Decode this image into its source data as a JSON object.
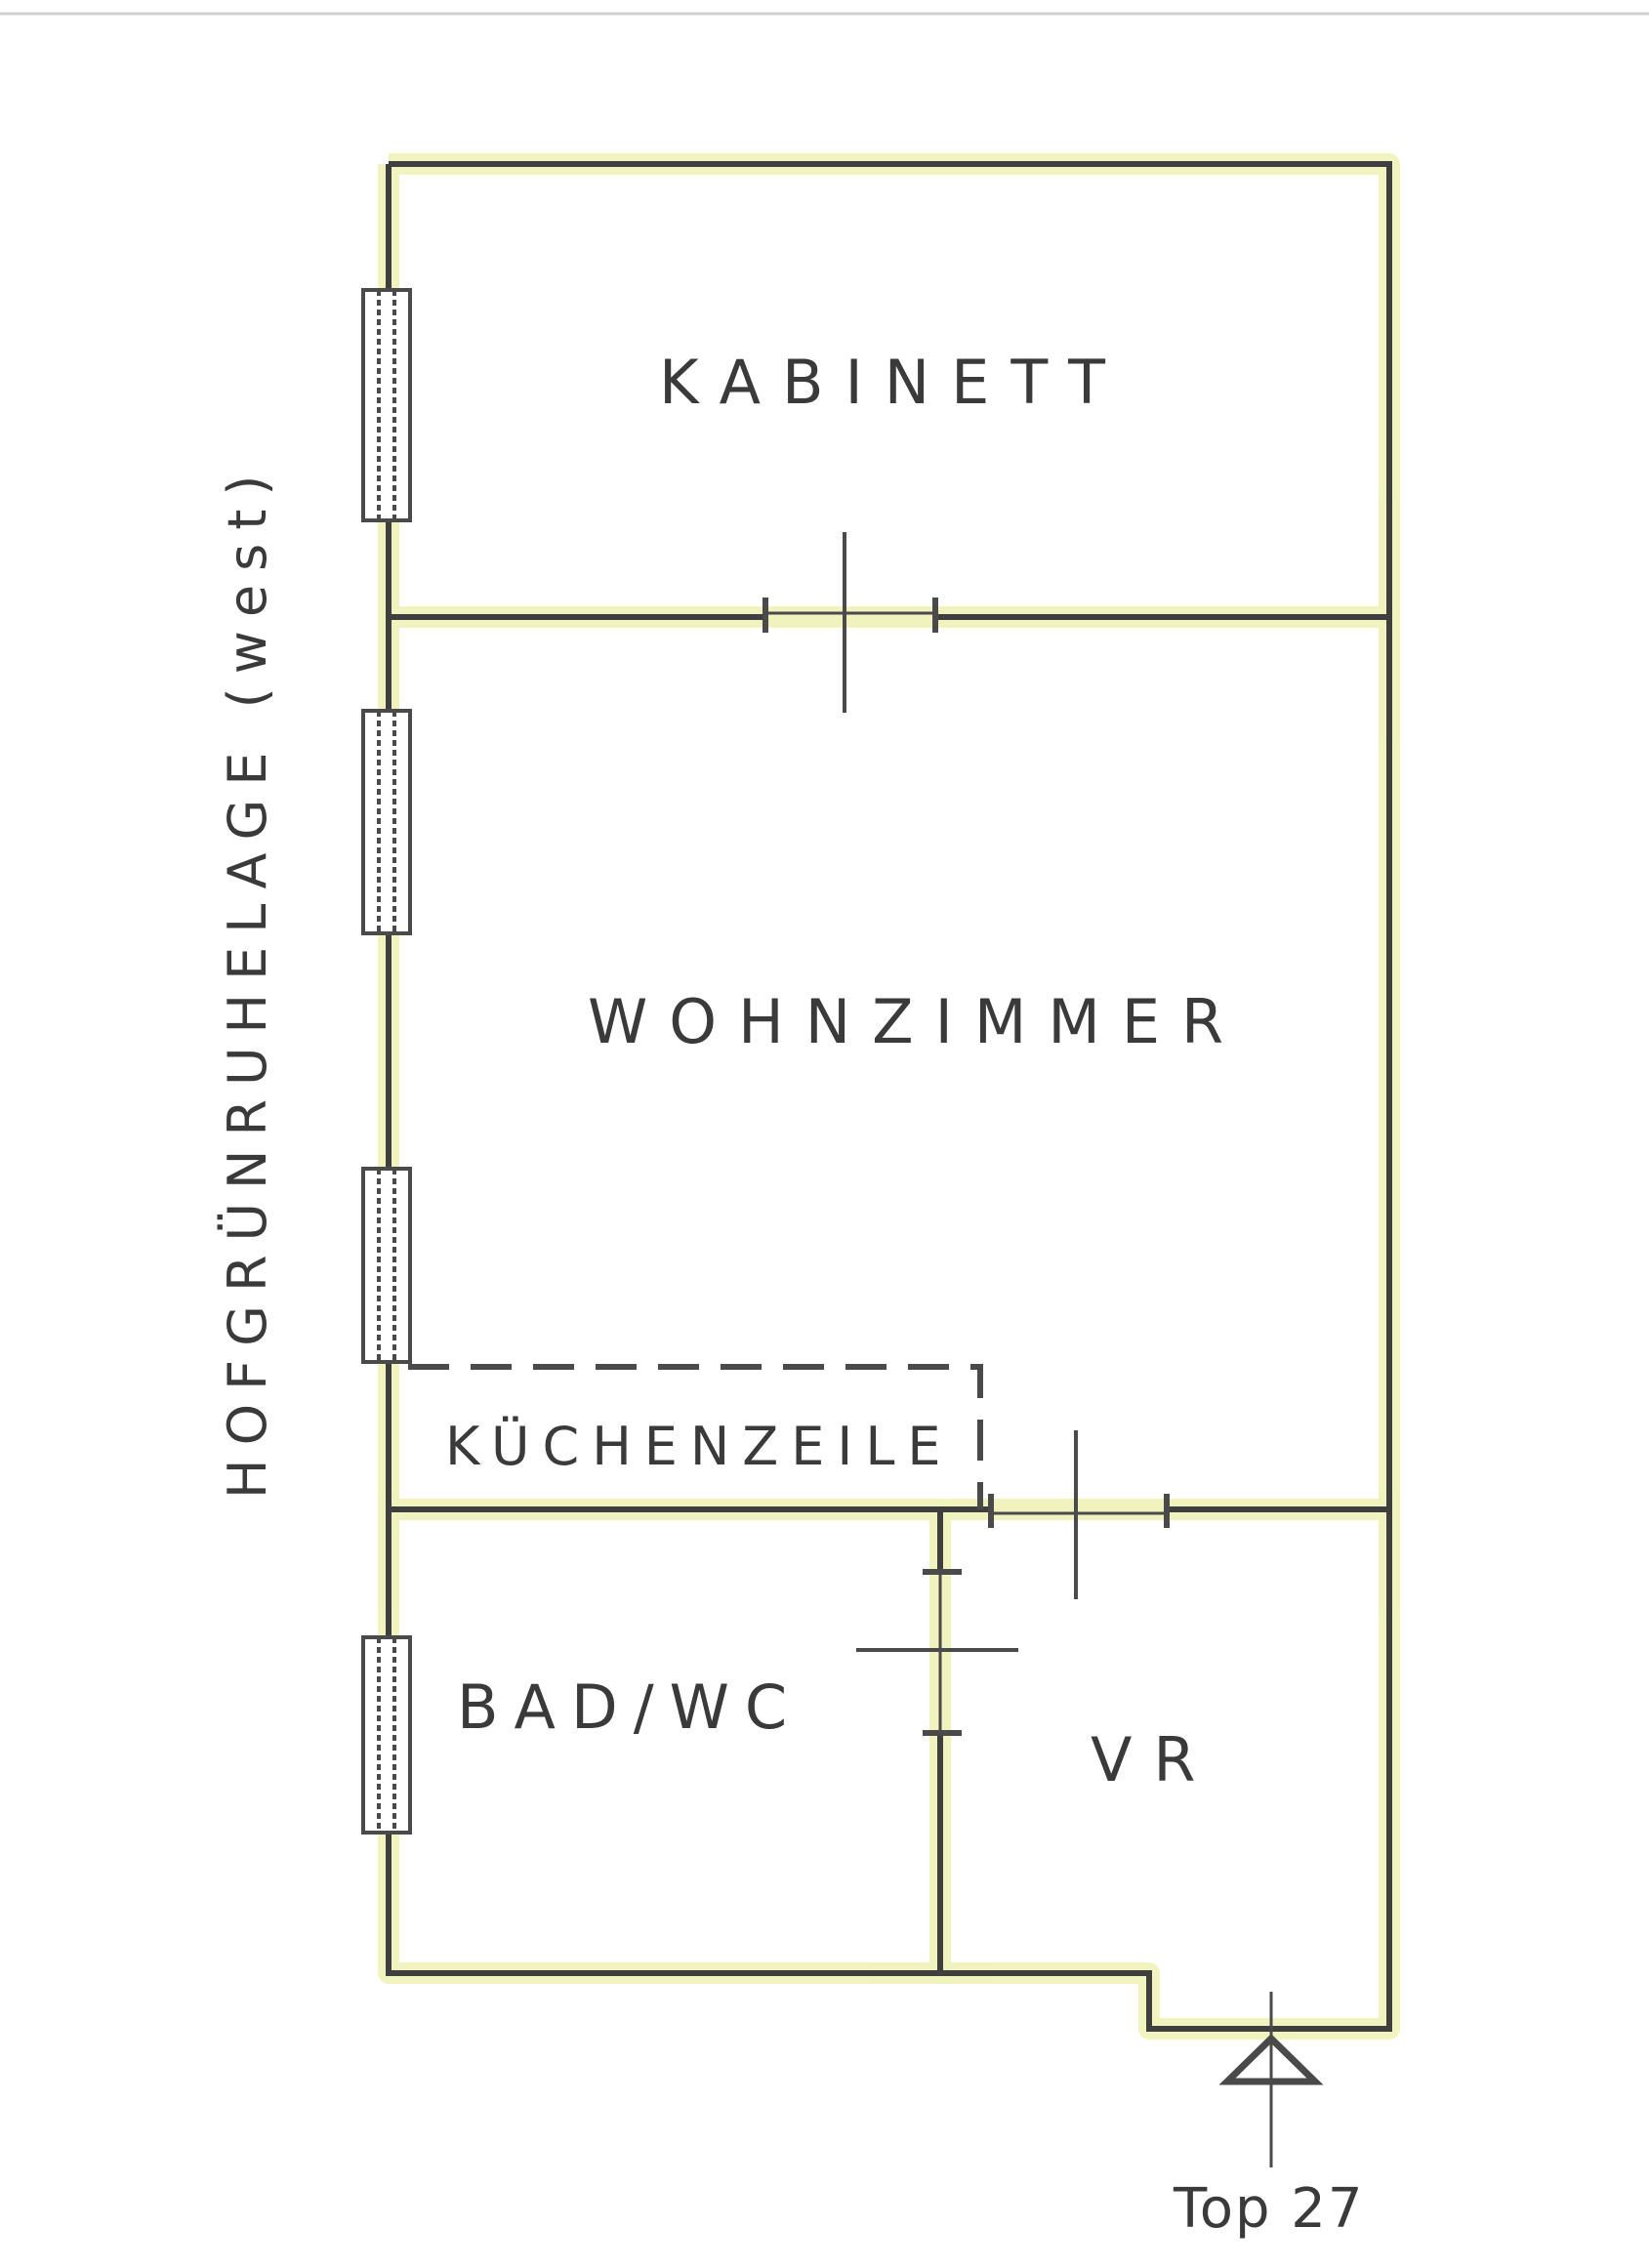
{
  "plan": {
    "rooms": {
      "kabinett": "KABINETT",
      "wohnzimmer": "WOHNZIMMER",
      "kuechenzeile": "KÜCHENZEILE",
      "bad_wc": "BAD/WC",
      "vr": "VR"
    },
    "side_label": "HOFGRÜNRUHELAGE (west)",
    "entrance_label": "Top 27",
    "colors": {
      "wall": "#3f3f3f",
      "wall_glow": "#e9eea6",
      "paper": "#ffffff",
      "text": "#3a3a3a"
    }
  }
}
